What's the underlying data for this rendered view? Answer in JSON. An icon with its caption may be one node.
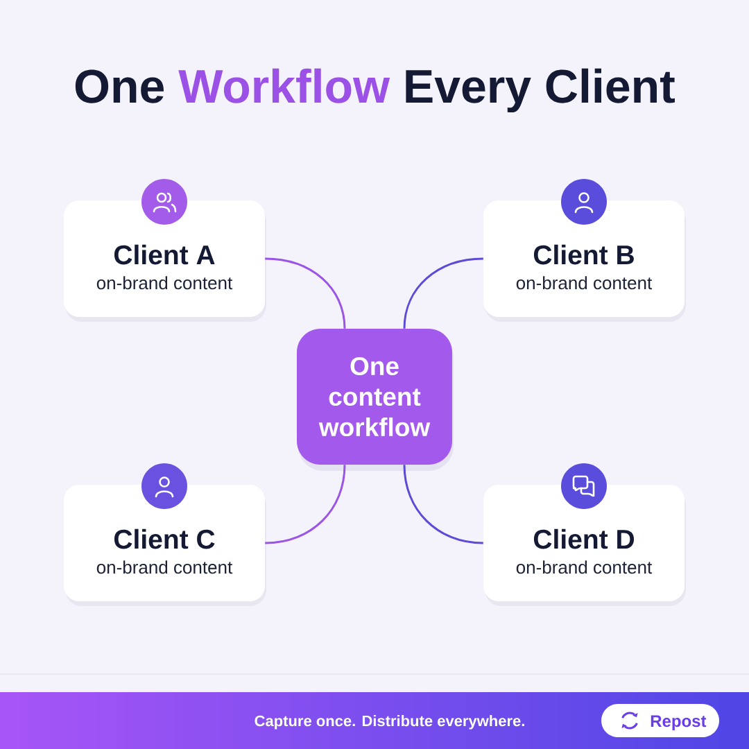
{
  "diagram": {
    "title": "One Workflow Every Client",
    "nodes": [
      {
        "text": [
          "Client A",
          "on-brand content"
        ]
      },
      {
        "text": [
          "Client B",
          "on-brand content"
        ]
      },
      {
        "text": [
          "One content workflow"
        ]
      },
      {
        "text": [
          "Client C",
          "on-brand content"
        ]
      },
      {
        "text": [
          "Client D",
          "on-brand content"
        ]
      }
    ],
    "edges": [
      {
        "from": 2,
        "to": 0,
        "arrow": "none",
        "color": "#9b55e6"
      },
      {
        "from": 2,
        "to": 1,
        "arrow": "none",
        "color": "#5b4bd6"
      },
      {
        "from": 2,
        "to": 3,
        "arrow": "none",
        "color": "#9b55e6"
      },
      {
        "from": 2,
        "to": 4,
        "arrow": "none",
        "color": "#5b4bd6"
      }
    ],
    "labels": [
      "Capture once. Distribute everywhere.",
      "Repost"
    ]
  }
}
